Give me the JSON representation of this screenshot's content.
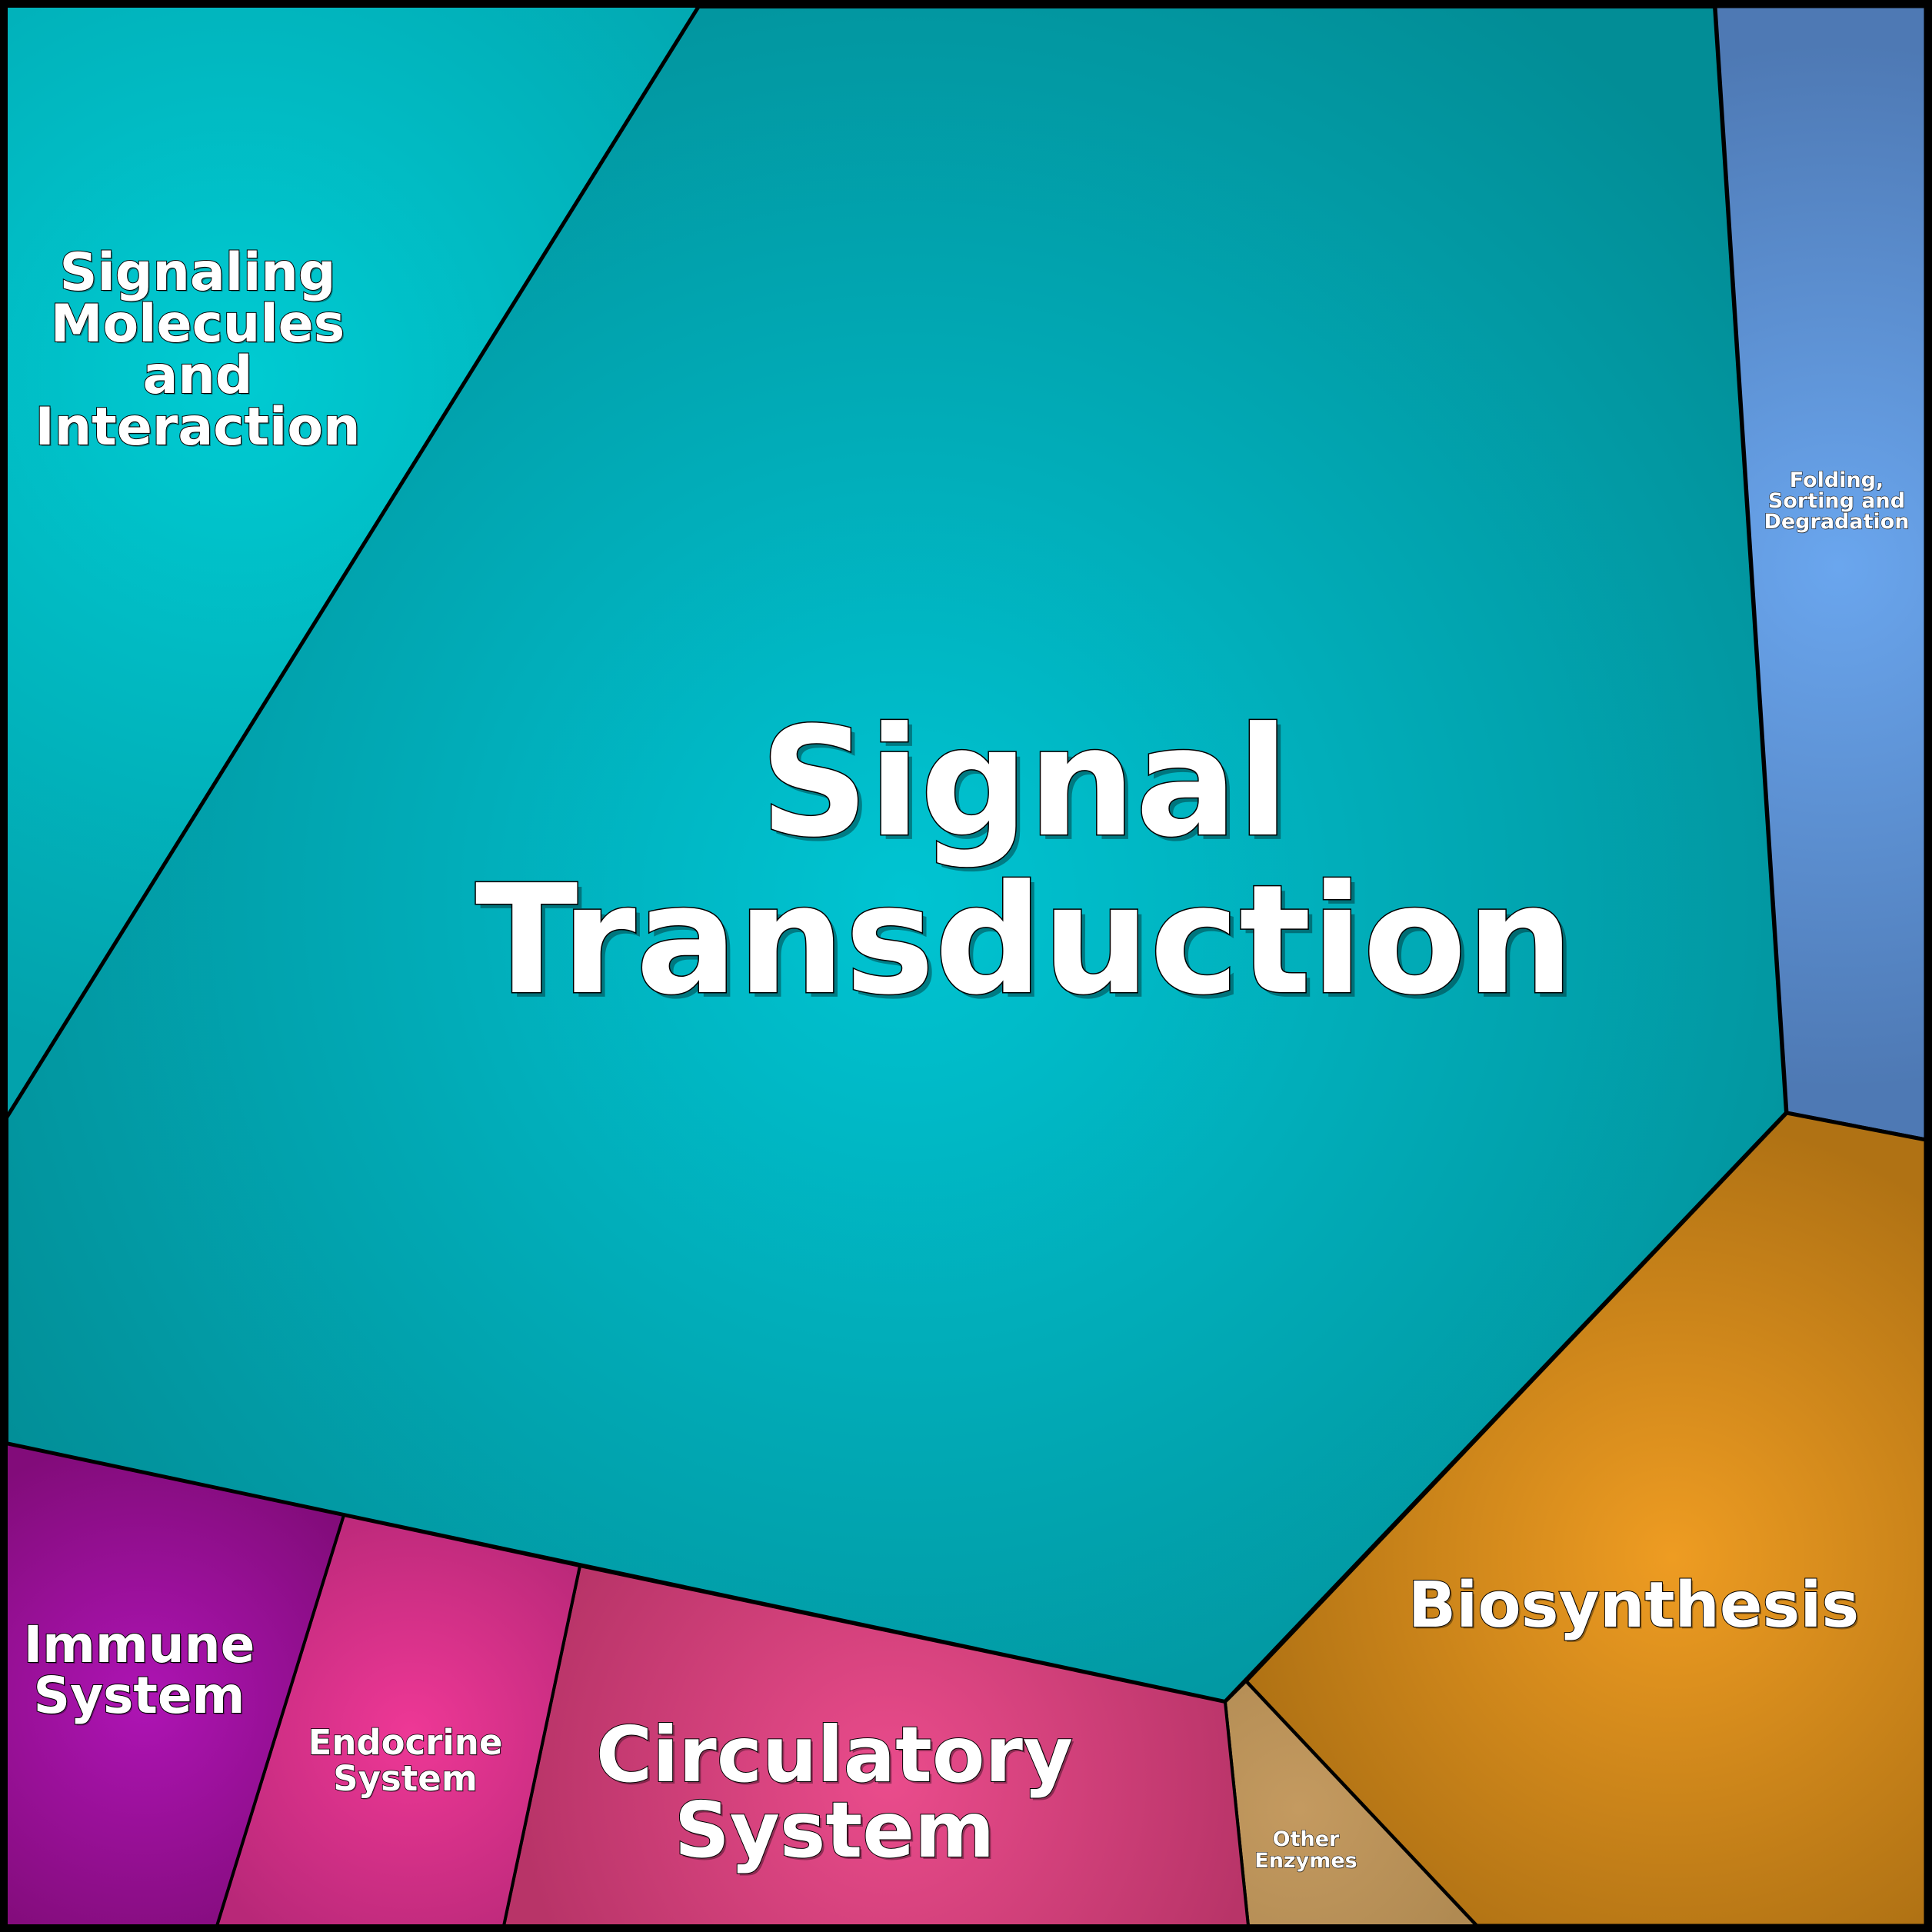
{
  "diagram": {
    "type": "voronoi-treemap",
    "regions": [
      {
        "key": "signal_transduction",
        "label_lines": [
          "Signal",
          "Transduction"
        ],
        "colors": [
          "#00c4d2",
          "#028d96"
        ]
      },
      {
        "key": "signaling_molecules",
        "label_lines": [
          "Signaling",
          "Molecules",
          "and",
          "Interaction"
        ],
        "colors": [
          "#00cbd2",
          "#02a2ac"
        ]
      },
      {
        "key": "folding_sorting",
        "label_lines": [
          "Folding,",
          "Sorting and",
          "Degradation"
        ],
        "colors": [
          "#6aa6ee",
          "#4e79b4"
        ]
      },
      {
        "key": "biosynthesis",
        "label_lines": [
          "Biosynthesis"
        ],
        "colors": [
          "#ee9c22",
          "#b07214"
        ]
      },
      {
        "key": "other_enzymes",
        "label_lines": [
          "Other",
          "Enzymes"
        ],
        "colors": [
          "#c49a60",
          "#b08a52"
        ]
      },
      {
        "key": "circulatory_system",
        "label_lines": [
          "Circulatory",
          "System"
        ],
        "colors": [
          "#ea4c8c",
          "#b83468"
        ]
      },
      {
        "key": "endocrine_system",
        "label_lines": [
          "Endocrine",
          "System"
        ],
        "colors": [
          "#ee3896",
          "#b82878"
        ]
      },
      {
        "key": "immune_system",
        "label_lines": [
          "Immune",
          "System"
        ],
        "colors": [
          "#ae14b4",
          "#820c7a"
        ]
      }
    ]
  }
}
